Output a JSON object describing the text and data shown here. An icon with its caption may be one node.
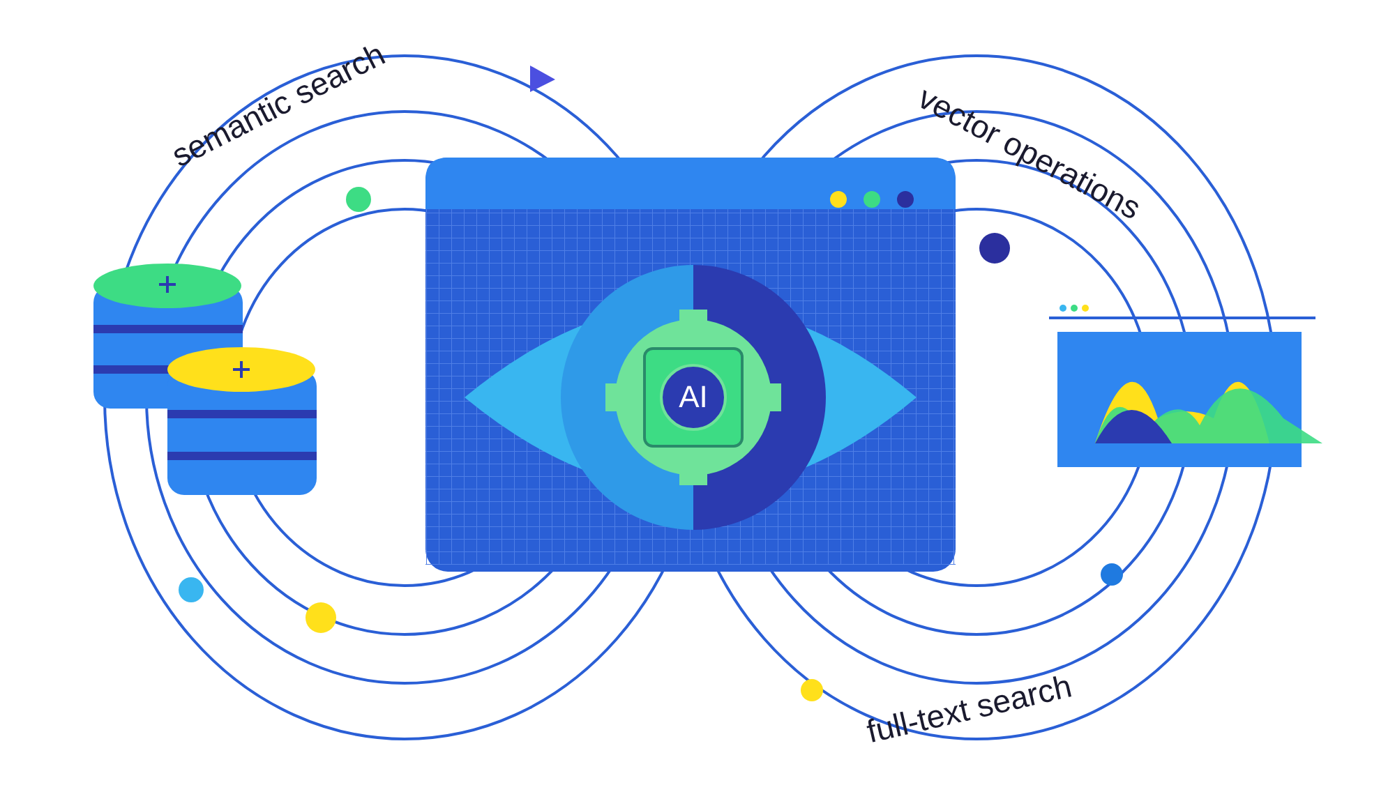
{
  "diagram": {
    "nodes": [
      {
        "text": [
          "AI"
        ]
      }
    ],
    "labels": [
      "semantic search",
      "vector operations",
      "full-text search"
    ]
  }
}
